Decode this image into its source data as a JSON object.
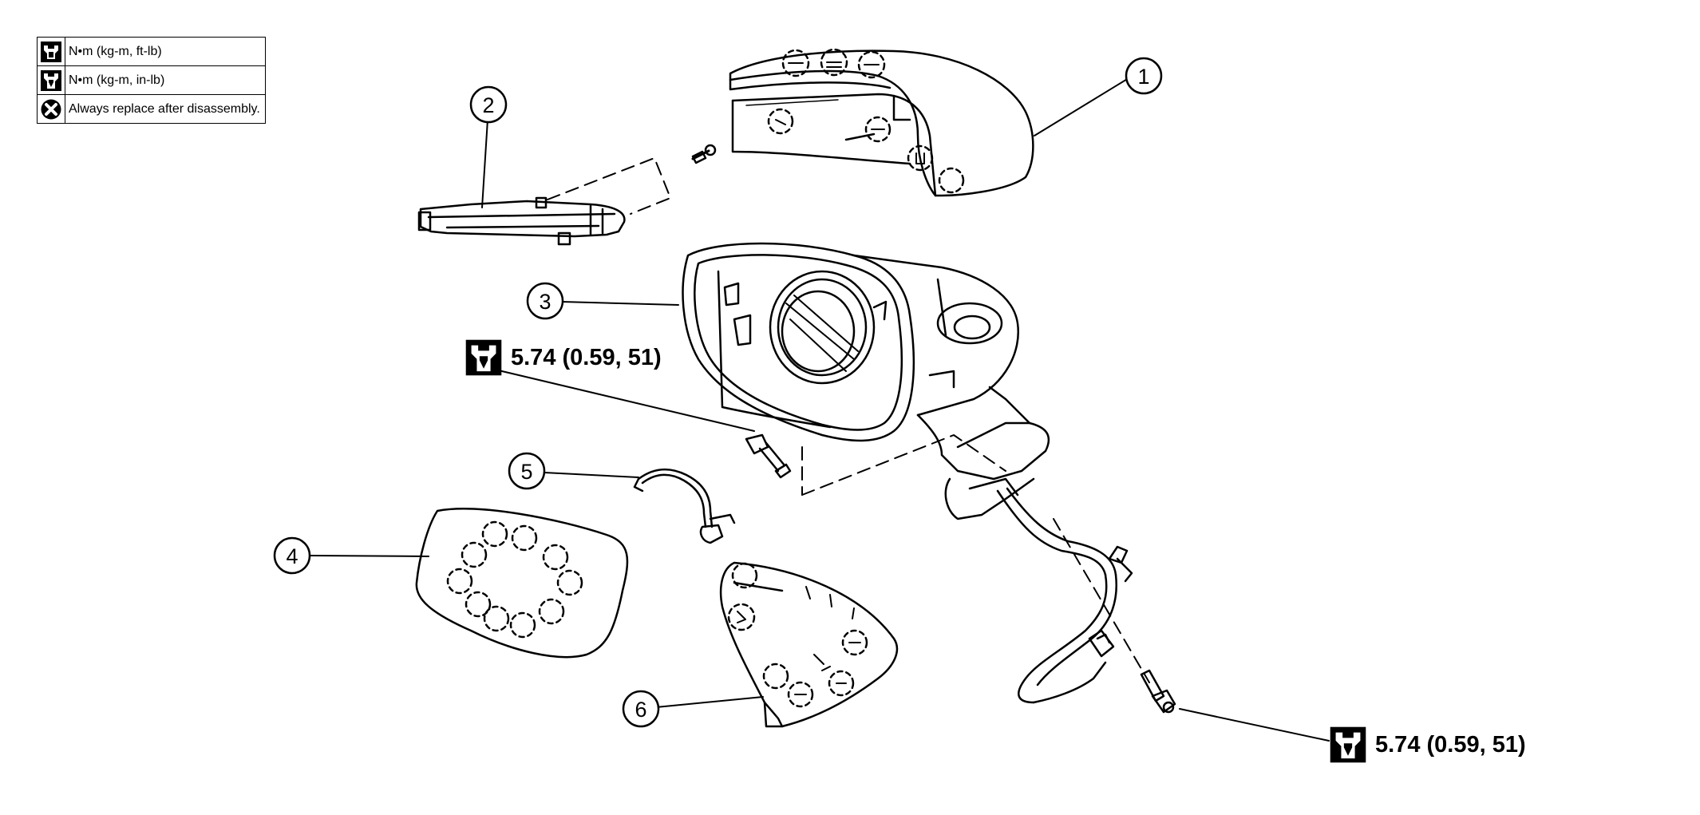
{
  "legend": [
    {
      "icon": "wrench-ftlb-icon",
      "text": "N•m (kg-m, ft-lb)"
    },
    {
      "icon": "wrench-inlb-icon",
      "text": "N•m (kg-m, in-lb)"
    },
    {
      "icon": "replace-x-icon",
      "text": "Always replace after disassembly."
    }
  ],
  "callouts": [
    "1",
    "2",
    "3",
    "4",
    "5",
    "6"
  ],
  "torque": {
    "upper": "5.74 (0.59, 51)",
    "lower": "5.74 (0.59, 51)"
  }
}
